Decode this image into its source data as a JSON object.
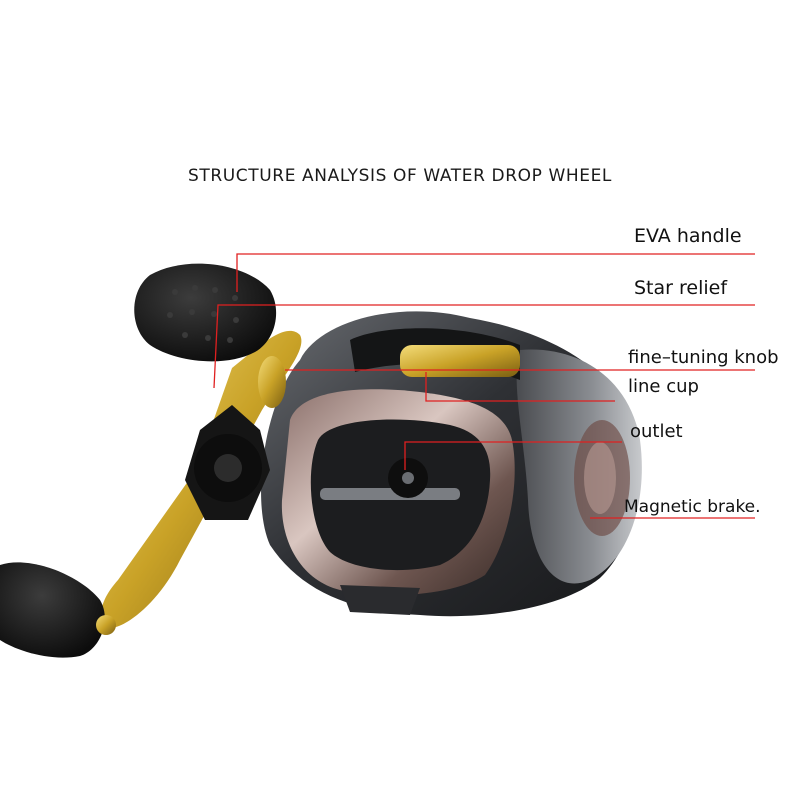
{
  "diagram": {
    "title": "STRUCTURE ANALYSIS OF WATER DROP WHEEL",
    "labels": [
      {
        "id": "eva-handle",
        "text": "EVA handle"
      },
      {
        "id": "star-relief",
        "text": "Star relief"
      },
      {
        "id": "fine-tuning-knob",
        "text": "fine–tuning knob"
      },
      {
        "id": "line-cup",
        "text": "line cup"
      },
      {
        "id": "outlet",
        "text": "outlet"
      },
      {
        "id": "magnetic-brake",
        "text": "Magnetic brake."
      }
    ]
  },
  "colors": {
    "leader_line": "#e02020",
    "reel_body": "#3a3c40",
    "gold_accent": "#c9a227",
    "handle_knob": "#1a1a1a"
  }
}
